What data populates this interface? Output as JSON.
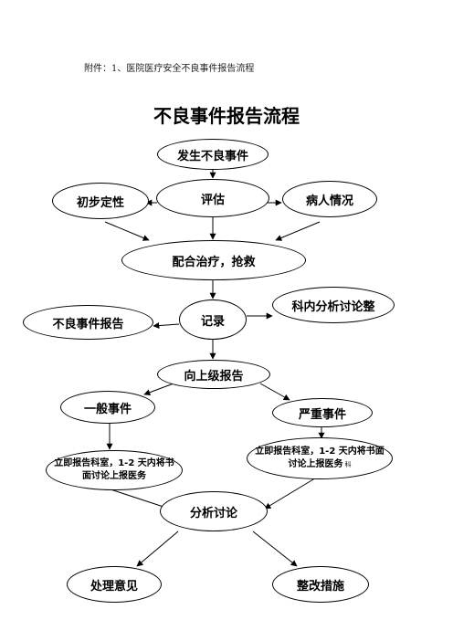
{
  "caption": "附件：1、医院医疗安全不良事件报告流程",
  "title": "不良事件报告流程",
  "nodes": {
    "occur": "发生不良事件",
    "assess": "评估",
    "initial": "初步定性",
    "patient": "病人情况",
    "treat": "配合治疗，抢救",
    "record": "记录",
    "report_event": "不良事件报告",
    "dept_analysis": "科内分析讨论整",
    "report_up": "向上级报告",
    "general": "一般事件",
    "serious": "严重事件",
    "general_report": "立即报告科室，1-2 天内将书面讨论上报医务",
    "serious_report": "立即报告科室，1-2 天内将书面讨论上报医务",
    "serious_report_tail": "科",
    "analyze": "分析讨论",
    "handle": "处理意见",
    "rectify": "整改措施"
  }
}
